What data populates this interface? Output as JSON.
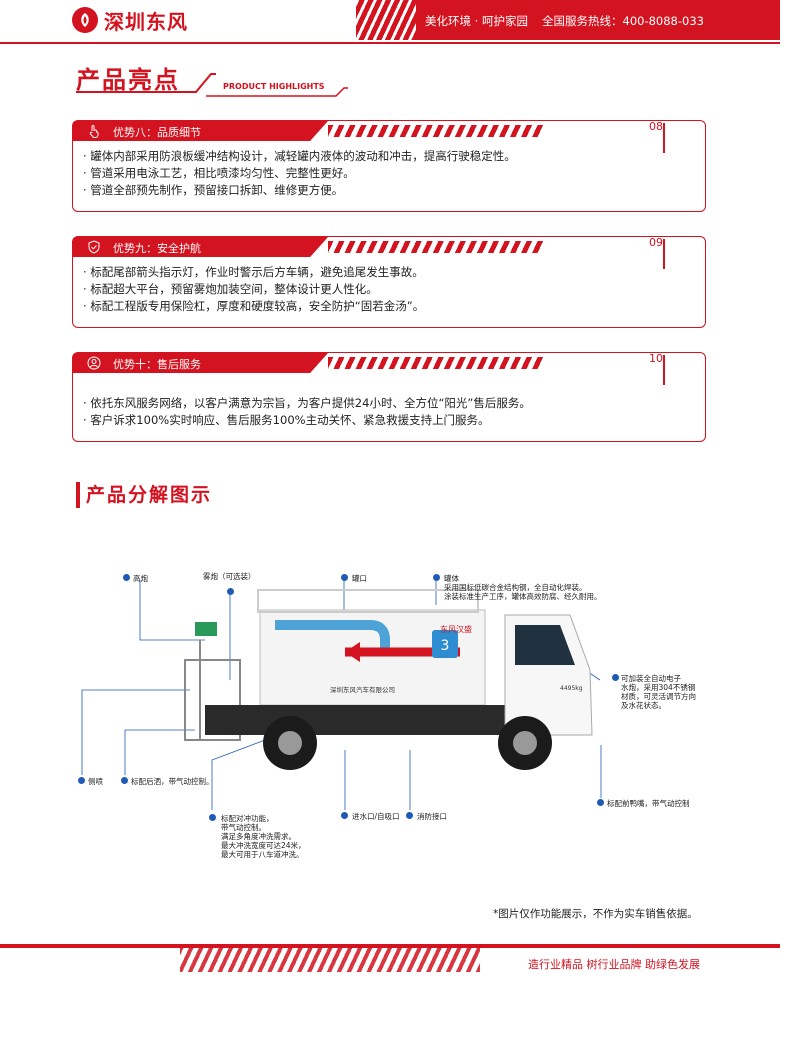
{
  "header": {
    "brand": "深圳东风",
    "slogan": "美化环境 · 呵护家园",
    "hotline": "全国服务热线：400-8088-033"
  },
  "highlights": {
    "title": "产品亮点",
    "subtitle_en": "PRODUCT HIGHLIGHTS",
    "boxes": [
      {
        "label": "优势八：品质细节",
        "num": "08",
        "icon": "hand-touch-icon",
        "items": [
          "· 罐体内部采用防浪板缓冲结构设计，减轻罐内液体的波动和冲击，提高行驶稳定性。",
          "· 管道采用电泳工艺，相比喷漆均匀性、完整性更好。",
          "· 管道全部预先制作，预留接口拆卸、维修更方便。"
        ]
      },
      {
        "label": "优势九：安全护航",
        "num": "09",
        "icon": "shield-check-icon",
        "items": [
          "· 标配尾部箭头指示灯，作业时警示后方车辆，避免追尾发生事故。",
          "· 标配超大平台，预留雾炮加装空间，整体设计更人性化。",
          "· 标配工程版专用保险杠，厚度和硬度较高，安全防护“固若金汤”。"
        ]
      },
      {
        "label": "优势十：售后服务",
        "num": "10",
        "icon": "user-service-icon",
        "items": [
          "· 依托东风服务网络，以客户满意为宗旨，为客户提供24小时、全方位“阳光”售后服务。",
          "· 客户诉求100%实时响应、售后服务100%主动关怀、紧急救援支持上门服务。"
        ]
      }
    ]
  },
  "diagram": {
    "title": "产品分解图示",
    "truck_text": {
      "company": "深圳东风汽车有限公司",
      "brand": "东风汉盛",
      "weight": "4495kg"
    },
    "callouts": {
      "high_cannon": "高炮",
      "fog_cannon": "雾炮（可选装）",
      "tank_mouth": "罐口",
      "tank": "罐体\n采用国标低碳合金结构钢，全自动化焊装。\n涂装标准生产工序，罐体高效防腐、经久耐用。",
      "front_cannon": "可加装全自动电子\n水炮，采用304不锈钢\n材质，可灵活调节方向\n及水花状态。",
      "side_spray": "侧喷",
      "rear_sprinkle": "标配后洒，带气动控制。",
      "front_duck": "标配前鸭嘴，带气动控制",
      "flush": "标配对冲功能，\n带气动控制。\n满足多角度冲洗需求。\n最大冲洗宽度可达24米，\n最大可用于八车道冲洗。",
      "inlet": "进水口/自吸口",
      "fire": "消防接口"
    }
  },
  "note": "*图片仅作功能展示，不作为实车销售依据。",
  "footer": {
    "slogan": "造行业精品  树行业品牌  助绿色发展"
  },
  "colors": {
    "brand_red": "#d3131f",
    "callout_blue": "#1f5bb5"
  }
}
